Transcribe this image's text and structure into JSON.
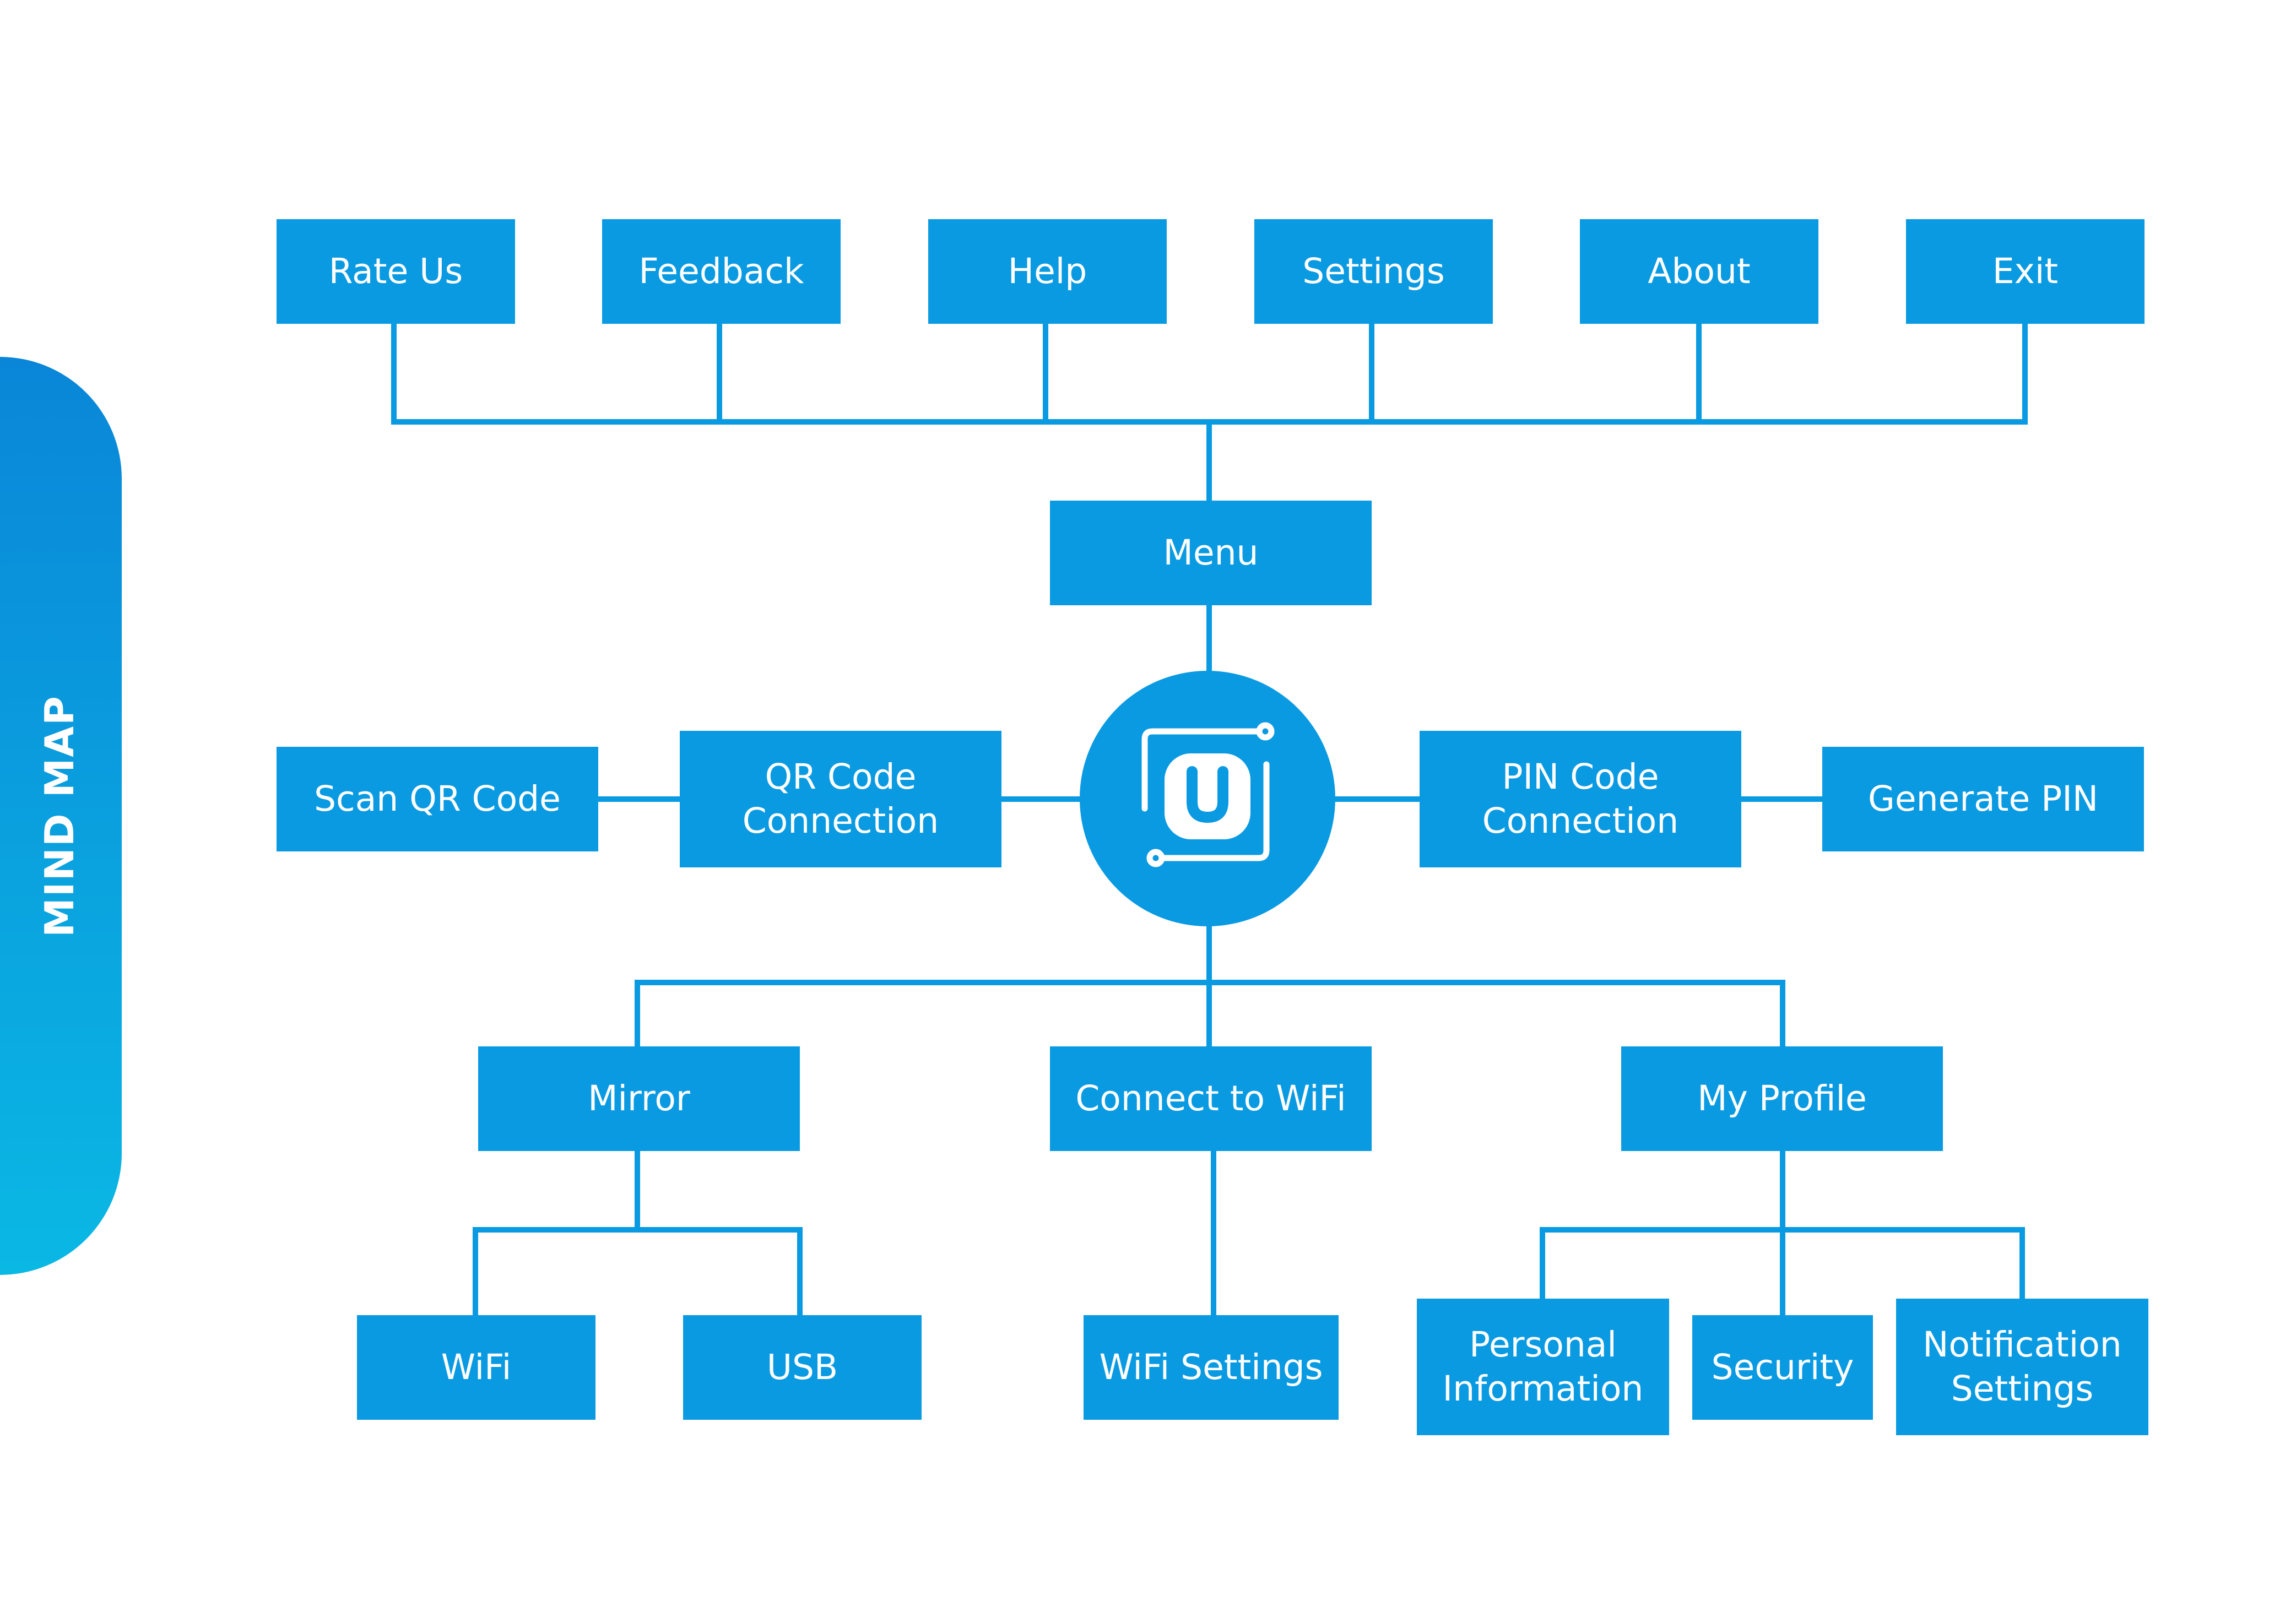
{
  "side_tab": {
    "label": "MIND MAP"
  },
  "colors": {
    "node": "#0a9ae2",
    "connector": "#0a9ae2",
    "side_tab_start": "#0a86d8",
    "side_tab_end": "#0ab8e4"
  },
  "hub": {
    "icon": "app-logo-icon"
  },
  "menu": {
    "label": "Menu",
    "items": [
      "Rate Us",
      "Feedback",
      "Help",
      "Settings",
      "About",
      "Exit"
    ]
  },
  "qr": {
    "label": "QR Code\nConnection",
    "child": "Scan QR Code"
  },
  "pin": {
    "label": "PIN Code\nConnection",
    "child": "Generate PIN"
  },
  "mirror": {
    "label": "Mirror",
    "children": [
      "WiFi",
      "USB"
    ]
  },
  "wifi": {
    "label": "Connect to WiFi",
    "children": [
      "WiFi Settings"
    ]
  },
  "profile": {
    "label": "My Profile",
    "children": [
      "Personal\nInformation",
      "Security",
      "Notification\nSettings"
    ]
  }
}
